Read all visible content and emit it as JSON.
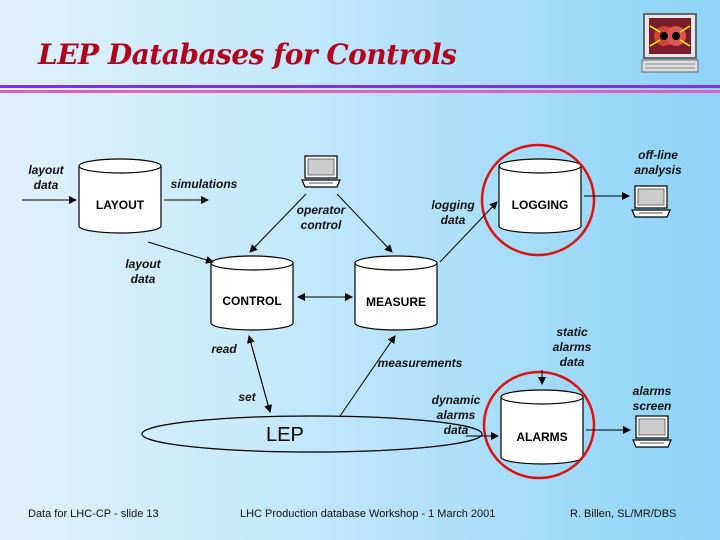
{
  "title": "LEP Databases for Controls",
  "databases": {
    "layout": "LAYOUT",
    "control": "CONTROL",
    "measure": "MEASURE",
    "logging": "LOGGING",
    "alarms": "ALARMS"
  },
  "labels": {
    "layout_data_in": "layout data",
    "simulations": "simulations",
    "operator_control": "operator control",
    "logging_data": "logging data",
    "offline_analysis": "off-line analysis",
    "layout_data_mid": "layout data",
    "read": "read",
    "measurements": "measurements",
    "static_alarms_data": "static alarms data",
    "set": "set",
    "dynamic_alarms_data": "dynamic alarms data",
    "alarms_screen": "alarms screen"
  },
  "accelerator": "LEP",
  "footer": {
    "left": "Data for LHC-CP - slide 13",
    "center": "LHC Production database Workshop - 1 March 2001",
    "right": "R. Billen, SL/MR/DBS"
  },
  "colors": {
    "title": "#b3001b",
    "highlight_circle": "#e01010",
    "rule_purple": "#8a2be2",
    "rule_pink": "#e060c0"
  },
  "icons": [
    "logo-icon",
    "terminal-icon"
  ]
}
